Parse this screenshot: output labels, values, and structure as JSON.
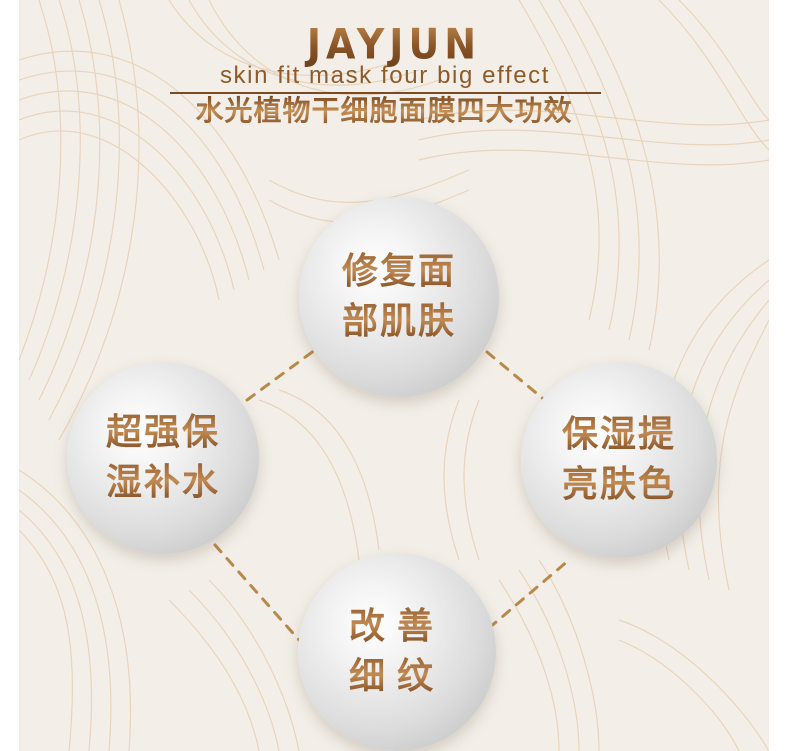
{
  "header": {
    "brand": "JAYJUN",
    "subtitle": "skin fit mask four big effect",
    "title_cn": "水光植物干细胞面膜四大功效"
  },
  "effects": [
    {
      "position": "top",
      "line1": "修复面",
      "line2": "部肌肤"
    },
    {
      "position": "left",
      "line1": "超强保",
      "line2": "湿补水"
    },
    {
      "position": "right",
      "line1": "保湿提",
      "line2": "亮肤色"
    },
    {
      "position": "bottom",
      "line1": "改善",
      "line2": "细纹"
    }
  ],
  "colors": {
    "background": "#f3efe8",
    "pattern_line": "#e6cfb4",
    "text_gold_brown": "#8e5a2a",
    "connector": "#b8894a",
    "pearl": "#e2e2e2"
  }
}
